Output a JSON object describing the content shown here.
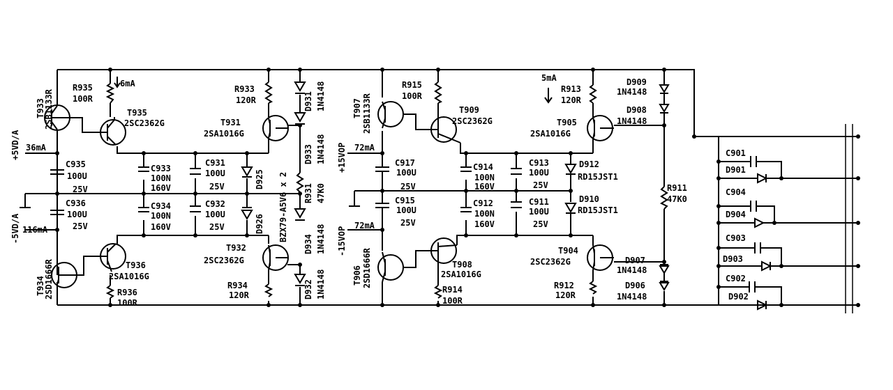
{
  "rails": {
    "pos5_label": "+5VD/A",
    "neg5_label": "-5VD/A",
    "pos15_label": "+15VOP",
    "neg15_label": "-15VOP"
  },
  "currents": {
    "i_6mA": "6mA",
    "i_36mA": "36mA",
    "i_116mA": "116mA",
    "i_72mA_top": "72mA",
    "i_72mA_bot": "72mA",
    "i_5mA": "5mA"
  },
  "components": {
    "T933": {
      "ref": "T933",
      "val": "2SB1133R"
    },
    "T934": {
      "ref": "T934",
      "val": "2SD1666R"
    },
    "T935": {
      "ref": "T935",
      "val": "2SC2362G"
    },
    "T936": {
      "ref": "T936",
      "val": "2SA1016G"
    },
    "T931": {
      "ref": "T931",
      "val": "2SA1016G"
    },
    "T932": {
      "ref": "T932",
      "val": "2SC2362G"
    },
    "R935": {
      "ref": "R935",
      "val": "100R"
    },
    "R936": {
      "ref": "R936",
      "val": "100R"
    },
    "R933": {
      "ref": "R933",
      "val": "120R"
    },
    "R934": {
      "ref": "R934",
      "val": "120R"
    },
    "C935": {
      "ref": "C935",
      "val": "100U",
      "volt": "25V"
    },
    "C936": {
      "ref": "C936",
      "val": "100U",
      "volt": "25V"
    },
    "C933": {
      "ref": "C933",
      "val": "100N",
      "volt": "160V"
    },
    "C934": {
      "ref": "C934",
      "val": "100N",
      "volt": "160V"
    },
    "C931": {
      "ref": "C931",
      "val": "100U",
      "volt": "25V"
    },
    "C932": {
      "ref": "C932",
      "val": "100U",
      "volt": "25V"
    },
    "D925": {
      "ref": "D925"
    },
    "D926": {
      "ref": "D926"
    },
    "Zener": {
      "val": "BZX79-A5V6 x 2"
    },
    "D931": {
      "ref": "D931",
      "val": "1N4148"
    },
    "D933": {
      "ref": "D933",
      "val": "1N4148"
    },
    "D934": {
      "ref": "D934",
      "val": "1N4148"
    },
    "D932": {
      "ref": "D932",
      "val": "1N4148"
    },
    "R931": {
      "ref": "R931",
      "val": "47K0"
    },
    "T907": {
      "ref": "T907",
      "val": "2SB1133R"
    },
    "T906": {
      "ref": "T906",
      "val": "2SD1666R"
    },
    "T909": {
      "ref": "T909",
      "val": "2SC2362G"
    },
    "T908": {
      "ref": "T908",
      "val": "2SA1016G"
    },
    "T905": {
      "ref": "T905",
      "val": "2SA1016G"
    },
    "T904": {
      "ref": "T904",
      "val": "2SC2362G"
    },
    "R915": {
      "ref": "R915",
      "val": "100R"
    },
    "R914": {
      "ref": "R914",
      "val": "100R"
    },
    "R913": {
      "ref": "R913",
      "val": "120R"
    },
    "R912": {
      "ref": "R912",
      "val": "120R"
    },
    "C917": {
      "ref": "C917",
      "val": "100U",
      "volt": "25V"
    },
    "C915": {
      "ref": "C915",
      "val": "100U",
      "volt": "25V"
    },
    "C914": {
      "ref": "C914",
      "val": "100N",
      "volt": "160V"
    },
    "C912": {
      "ref": "C912",
      "val": "100N",
      "volt": "160V"
    },
    "C913": {
      "ref": "C913",
      "val": "100U",
      "volt": "25V"
    },
    "C911": {
      "ref": "C911",
      "val": "100U",
      "volt": "25V"
    },
    "D912": {
      "ref": "D912",
      "val": "RD15JST1"
    },
    "D910": {
      "ref": "D910",
      "val": "RD15JST1"
    },
    "D909": {
      "ref": "D909",
      "val": "1N4148"
    },
    "D908": {
      "ref": "D908",
      "val": "1N4148"
    },
    "D907": {
      "ref": "D907",
      "val": "1N4148"
    },
    "D906": {
      "ref": "D906",
      "val": "1N4148"
    },
    "R911": {
      "ref": "R911",
      "val": "47K0"
    },
    "C901": {
      "ref": "C901"
    },
    "D901": {
      "ref": "D901"
    },
    "C904": {
      "ref": "C904"
    },
    "D904": {
      "ref": "D904"
    },
    "C903": {
      "ref": "C903"
    },
    "D903": {
      "ref": "D903"
    },
    "C902": {
      "ref": "C902"
    },
    "D902": {
      "ref": "D902"
    }
  }
}
